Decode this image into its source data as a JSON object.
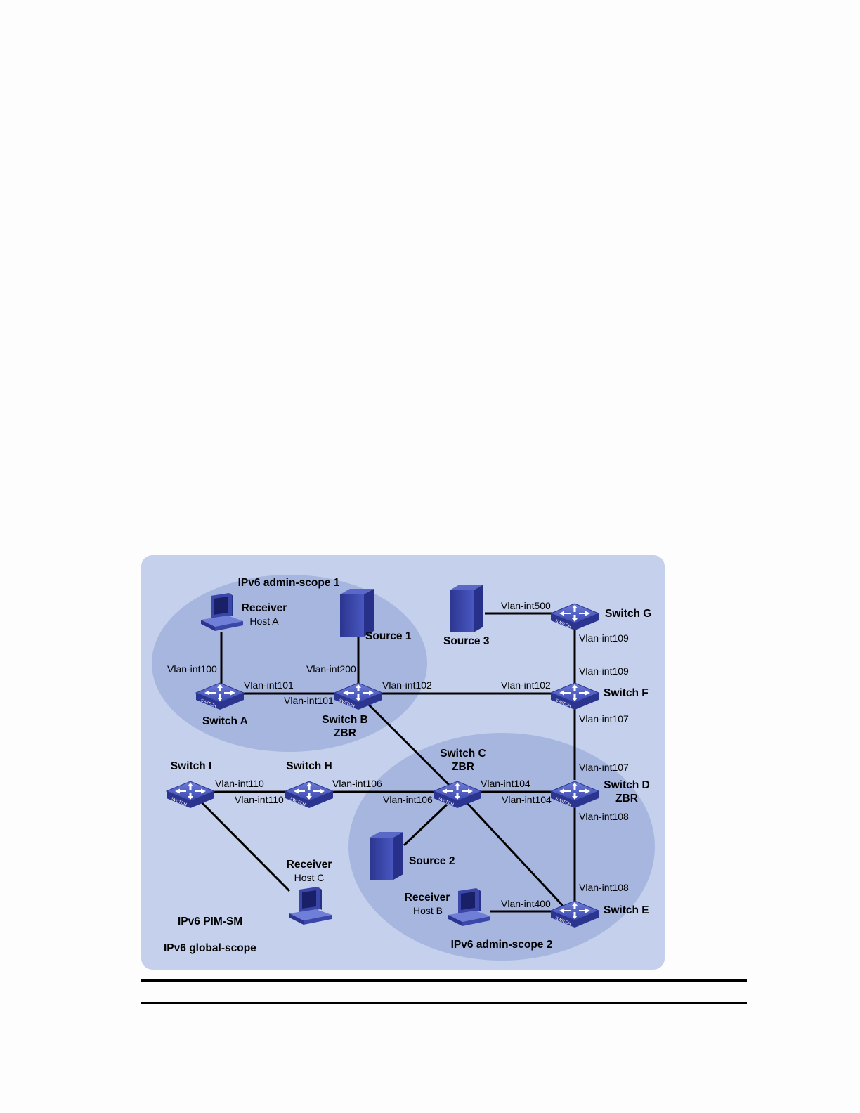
{
  "regions": {
    "global_scope": "IPv6 global-scope",
    "pim": "IPv6 PIM-SM",
    "admin_scope_1": "IPv6 admin-scope 1",
    "admin_scope_2": "IPv6 admin-scope 2"
  },
  "nodes": {
    "switch_a": {
      "name": "Switch A"
    },
    "switch_b": {
      "name": "Switch B",
      "role": "ZBR"
    },
    "switch_c": {
      "name": "Switch C",
      "role": "ZBR"
    },
    "switch_d": {
      "name": "Switch D",
      "role": "ZBR"
    },
    "switch_e": {
      "name": "Switch E"
    },
    "switch_f": {
      "name": "Switch F"
    },
    "switch_g": {
      "name": "Switch G"
    },
    "switch_h": {
      "name": "Switch H"
    },
    "switch_i": {
      "name": "Switch I"
    },
    "source_1": {
      "name": "Source 1"
    },
    "source_2": {
      "name": "Source 2"
    },
    "source_3": {
      "name": "Source 3"
    },
    "host_a": {
      "line1": "Receiver",
      "line2": "Host A"
    },
    "host_b": {
      "line1": "Receiver",
      "line2": "Host B"
    },
    "host_c": {
      "line1": "Receiver",
      "line2": "Host C"
    }
  },
  "device_badge": "SWITCH",
  "interfaces": {
    "a_host": "Vlan-int100",
    "a_b": "Vlan-int101",
    "b_a": "Vlan-int101",
    "b_src1": "Vlan-int200",
    "b_f": "Vlan-int102",
    "f_b": "Vlan-int102",
    "g_src3": "Vlan-int500",
    "g_f": "Vlan-int109",
    "f_g": "Vlan-int109",
    "f_d": "Vlan-int107",
    "d_f": "Vlan-int107",
    "i_h": "Vlan-int110",
    "h_i": "Vlan-int110",
    "h_c": "Vlan-int106",
    "c_h": "Vlan-int106",
    "c_d": "Vlan-int104",
    "d_c": "Vlan-int104",
    "d_e": "Vlan-int108",
    "e_d": "Vlan-int108",
    "e_hostb": "Vlan-int400"
  },
  "colors": {
    "background_panel": "#c4d0ec",
    "admin_scope": "#a7b6df",
    "device": "#3a47a8",
    "link": "#000000"
  }
}
